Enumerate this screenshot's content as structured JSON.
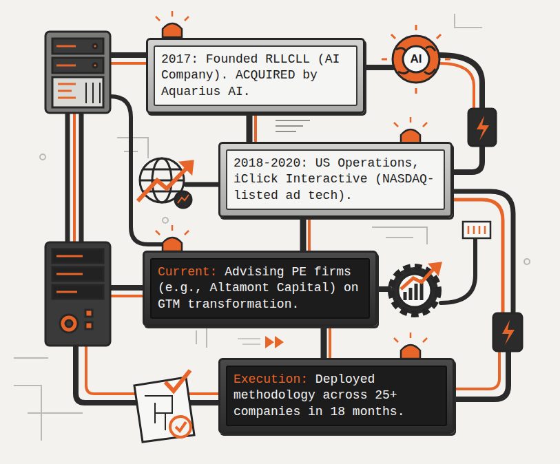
{
  "diagram": {
    "nodes": [
      {
        "text": [
          "2017: Founded RLLCLL (AI Company). ACQUIRED by Aquarius AI."
        ]
      },
      {
        "text": [
          "2018-2020: US Operations, iClick Interactive (NASDAQ-listed ad tech)."
        ]
      },
      {
        "text": [
          "Current:",
          "Advising PE firms (e.g., Altamont Capital) on GTM transformation."
        ]
      },
      {
        "text": [
          "Execution:",
          "Deployed methodology across 25+ companies in 18 months."
        ]
      }
    ],
    "edges": [
      {
        "from": 0,
        "to": 1,
        "arrow": "none"
      },
      {
        "from": 1,
        "to": 2,
        "arrow": "none"
      },
      {
        "from": 2,
        "to": 3,
        "arrow": "none"
      }
    ],
    "labels": [
      "AI"
    ]
  }
}
